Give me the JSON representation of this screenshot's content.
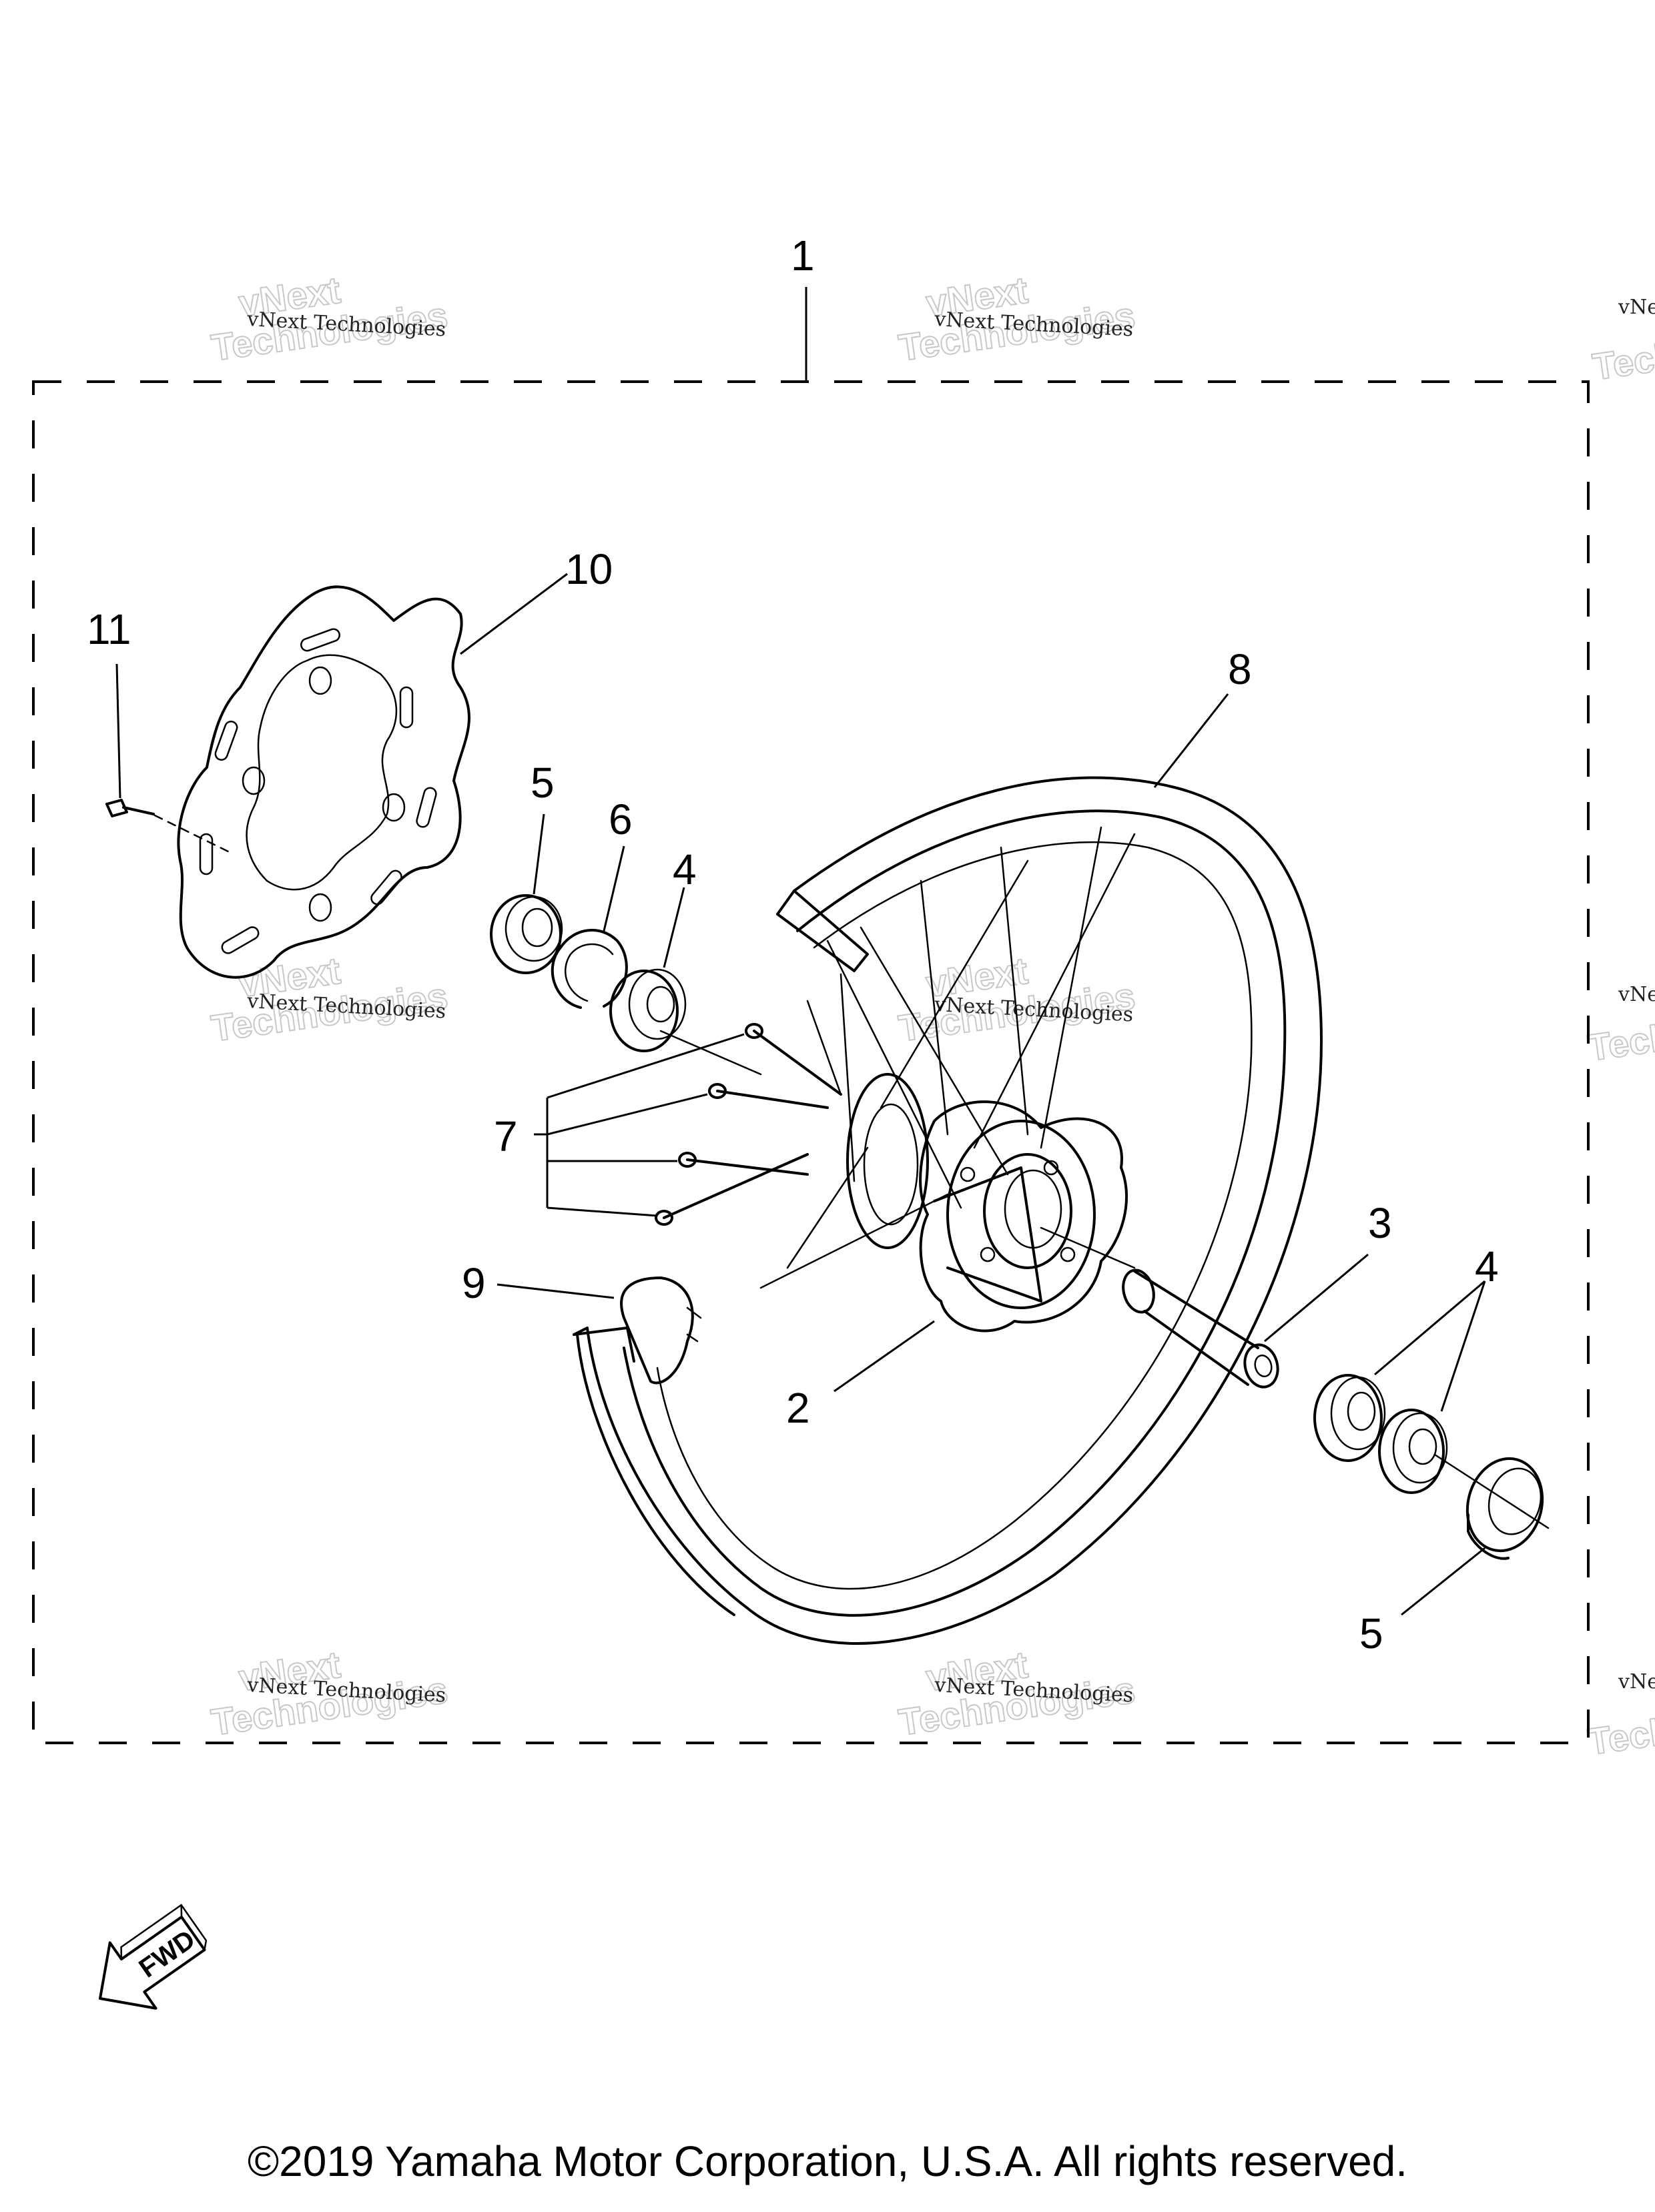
{
  "diagram": {
    "callouts": [
      "1",
      "2",
      "3",
      "4",
      "4",
      "4",
      "5",
      "5",
      "6",
      "7",
      "8",
      "9",
      "10",
      "11"
    ],
    "watermark": {
      "line1": "vNext Technologies",
      "logo": "vNext",
      "logo2": "Technologies"
    },
    "fwd_label": "FWD"
  },
  "footer": {
    "copyright": "©2019 Yamaha Motor Corporation, U.S.A. All rights reserved."
  }
}
